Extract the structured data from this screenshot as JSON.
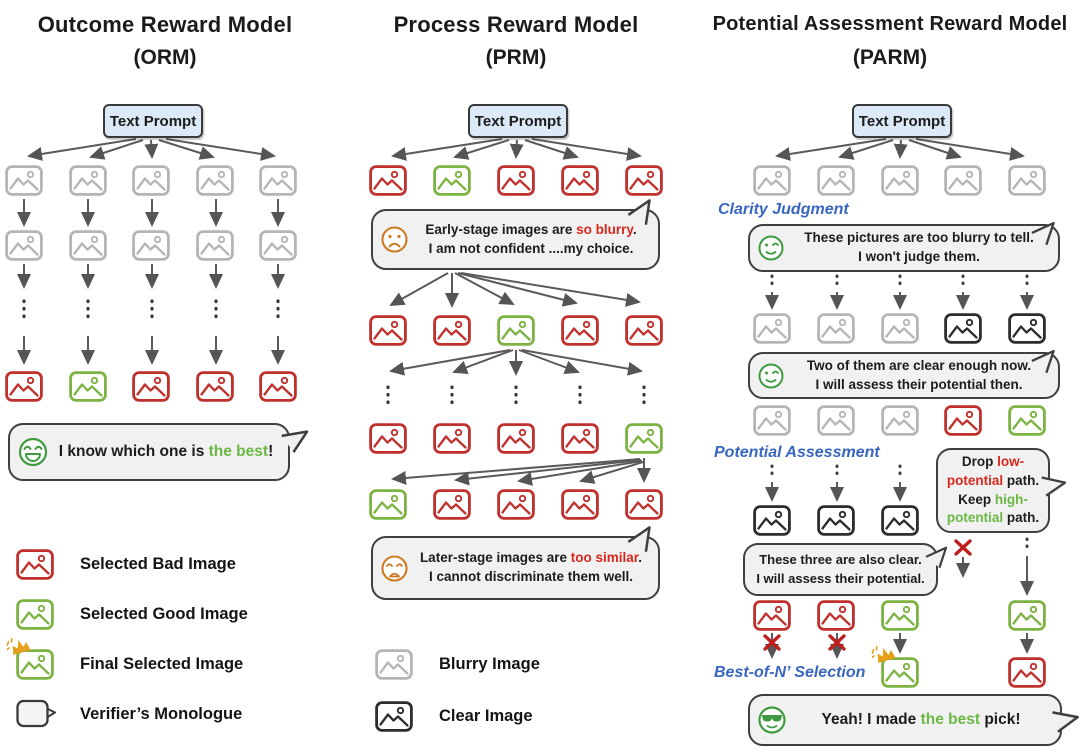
{
  "colors": {
    "bad": "#c0302c",
    "good": "#7cb342",
    "blurry": "#b5b5b5",
    "clear": "#2d2d2d",
    "crown": "#e5a11c",
    "accent_blue": "#3866c0",
    "red_text": "#d8281e",
    "green_text": "#6cb845"
  },
  "orm": {
    "title": "Outcome Reward Model",
    "subtitle": "(ORM)",
    "prompt": "Text Prompt",
    "rows": {
      "r1": [
        "blurry",
        "blurry",
        "blurry",
        "blurry",
        "blurry"
      ],
      "r2": [
        "blurry",
        "blurry",
        "blurry",
        "blurry",
        "blurry"
      ],
      "r3": [
        "bad",
        "good",
        "bad",
        "bad",
        "bad"
      ]
    },
    "bubble": {
      "emoji": "laughing-face-icon",
      "lines": [
        [
          {
            "t": "I know which one is "
          },
          {
            "t": "the best",
            "c": "green"
          },
          {
            "t": "!"
          }
        ]
      ]
    }
  },
  "prm": {
    "title": "Process Reward Model",
    "subtitle": "(PRM)",
    "prompt": "Text Prompt",
    "rows": {
      "r1": [
        "bad",
        "good",
        "bad",
        "bad",
        "bad"
      ],
      "r2": [
        "bad",
        "bad",
        "good",
        "bad",
        "bad"
      ],
      "r3": [
        "bad",
        "bad",
        "bad",
        "bad",
        "good"
      ],
      "r4": [
        "good",
        "bad",
        "bad",
        "bad",
        "bad"
      ]
    },
    "bubble1": {
      "emoji": "sad-face-icon",
      "lines": [
        [
          {
            "t": "Early-stage images  are "
          },
          {
            "t": "so blurry",
            "c": "red"
          },
          {
            "t": "."
          }
        ],
        [
          {
            "t": "I am not confident ....my choice."
          }
        ]
      ]
    },
    "bubble2": {
      "emoji": "anguished-face-icon",
      "lines": [
        [
          {
            "t": "Later-stage images are "
          },
          {
            "t": "too similar",
            "c": "red"
          },
          {
            "t": "."
          }
        ],
        [
          {
            "t": "I cannot discriminate them well."
          }
        ]
      ]
    }
  },
  "parm": {
    "title": "Potential Assessment Reward Model",
    "subtitle": "(PARM)",
    "prompt": "Text Prompt",
    "clarity_label": "Clarity Judgment",
    "potential_label": "Potential Assessment",
    "bestof_label": "Best-of-N’ Selection",
    "rows": {
      "r1": [
        "blurry",
        "blurry",
        "blurry",
        "blurry",
        "blurry"
      ],
      "r2": [
        "blurry",
        "blurry",
        "blurry",
        "clear",
        "clear"
      ],
      "r3": [
        "blurry",
        "blurry",
        "blurry",
        "bad",
        "good"
      ],
      "r4_clear": [
        "clear",
        "clear",
        "clear"
      ],
      "r5_left": [
        "bad",
        "bad",
        "good"
      ],
      "r5_right": [
        "good"
      ],
      "r6_final": [
        "final"
      ],
      "r6_right": [
        "bad"
      ]
    },
    "bubble1": {
      "emoji": "wink-face-icon",
      "lines": [
        [
          {
            "t": "These pictures are too blurry to tell."
          }
        ],
        [
          {
            "t": "I won't judge them."
          }
        ]
      ]
    },
    "bubble2": {
      "emoji": "wink-face-icon",
      "lines": [
        [
          {
            "t": "Two of them are clear enough now."
          }
        ],
        [
          {
            "t": "I will assess their potential then."
          }
        ]
      ]
    },
    "drop_bubble": {
      "lines": [
        [
          {
            "t": "Drop "
          },
          {
            "t": "low-",
            "c": "red"
          }
        ],
        [
          {
            "t": "potential",
            "c": "red"
          },
          {
            "t": " path."
          }
        ],
        [
          {
            "t": "Keep "
          },
          {
            "t": "high-",
            "c": "green"
          }
        ],
        [
          {
            "t": "potential",
            "c": "green"
          },
          {
            "t": " path."
          }
        ]
      ]
    },
    "clear_bubble": {
      "lines": [
        [
          {
            "t": "These three are also clear."
          }
        ],
        [
          {
            "t": "I will assess their potential."
          }
        ]
      ]
    },
    "final_bubble": {
      "emoji": "sunglasses-face-icon",
      "lines": [
        [
          {
            "t": "Yeah! I made "
          },
          {
            "t": "the best",
            "c": "green"
          },
          {
            "t": " pick!"
          }
        ]
      ]
    }
  },
  "legend_left": [
    {
      "icon": "bad",
      "label": "Selected Bad Image"
    },
    {
      "icon": "good",
      "label": "Selected Good Image"
    },
    {
      "icon": "final",
      "label": "Final Selected Image"
    },
    {
      "icon": "monologue",
      "label": "Verifier’s Monologue"
    }
  ],
  "legend_mid": [
    {
      "icon": "blurry",
      "label": "Blurry Image"
    },
    {
      "icon": "clear",
      "label": "Clear Image"
    }
  ]
}
